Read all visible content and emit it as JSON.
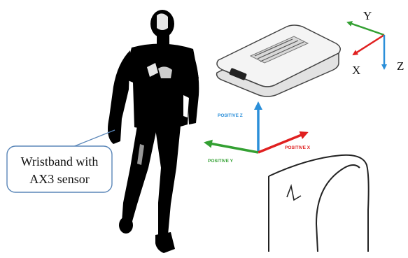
{
  "figure": {
    "callout_line1": "Wristband with",
    "callout_line2": "AX3 sensor",
    "sensor_axes": {
      "y": "Y",
      "x": "X",
      "z": "Z"
    },
    "wrist_axes": {
      "z": "POSITIVE Z",
      "x": "POSITIVE X",
      "y": "POSITIVE Y"
    },
    "colors": {
      "axis_x": "#e02020",
      "axis_y": "#33a032",
      "axis_z": "#2b8fd9",
      "callout_border": "#5a86b8",
      "silhouette": "#000000"
    }
  }
}
